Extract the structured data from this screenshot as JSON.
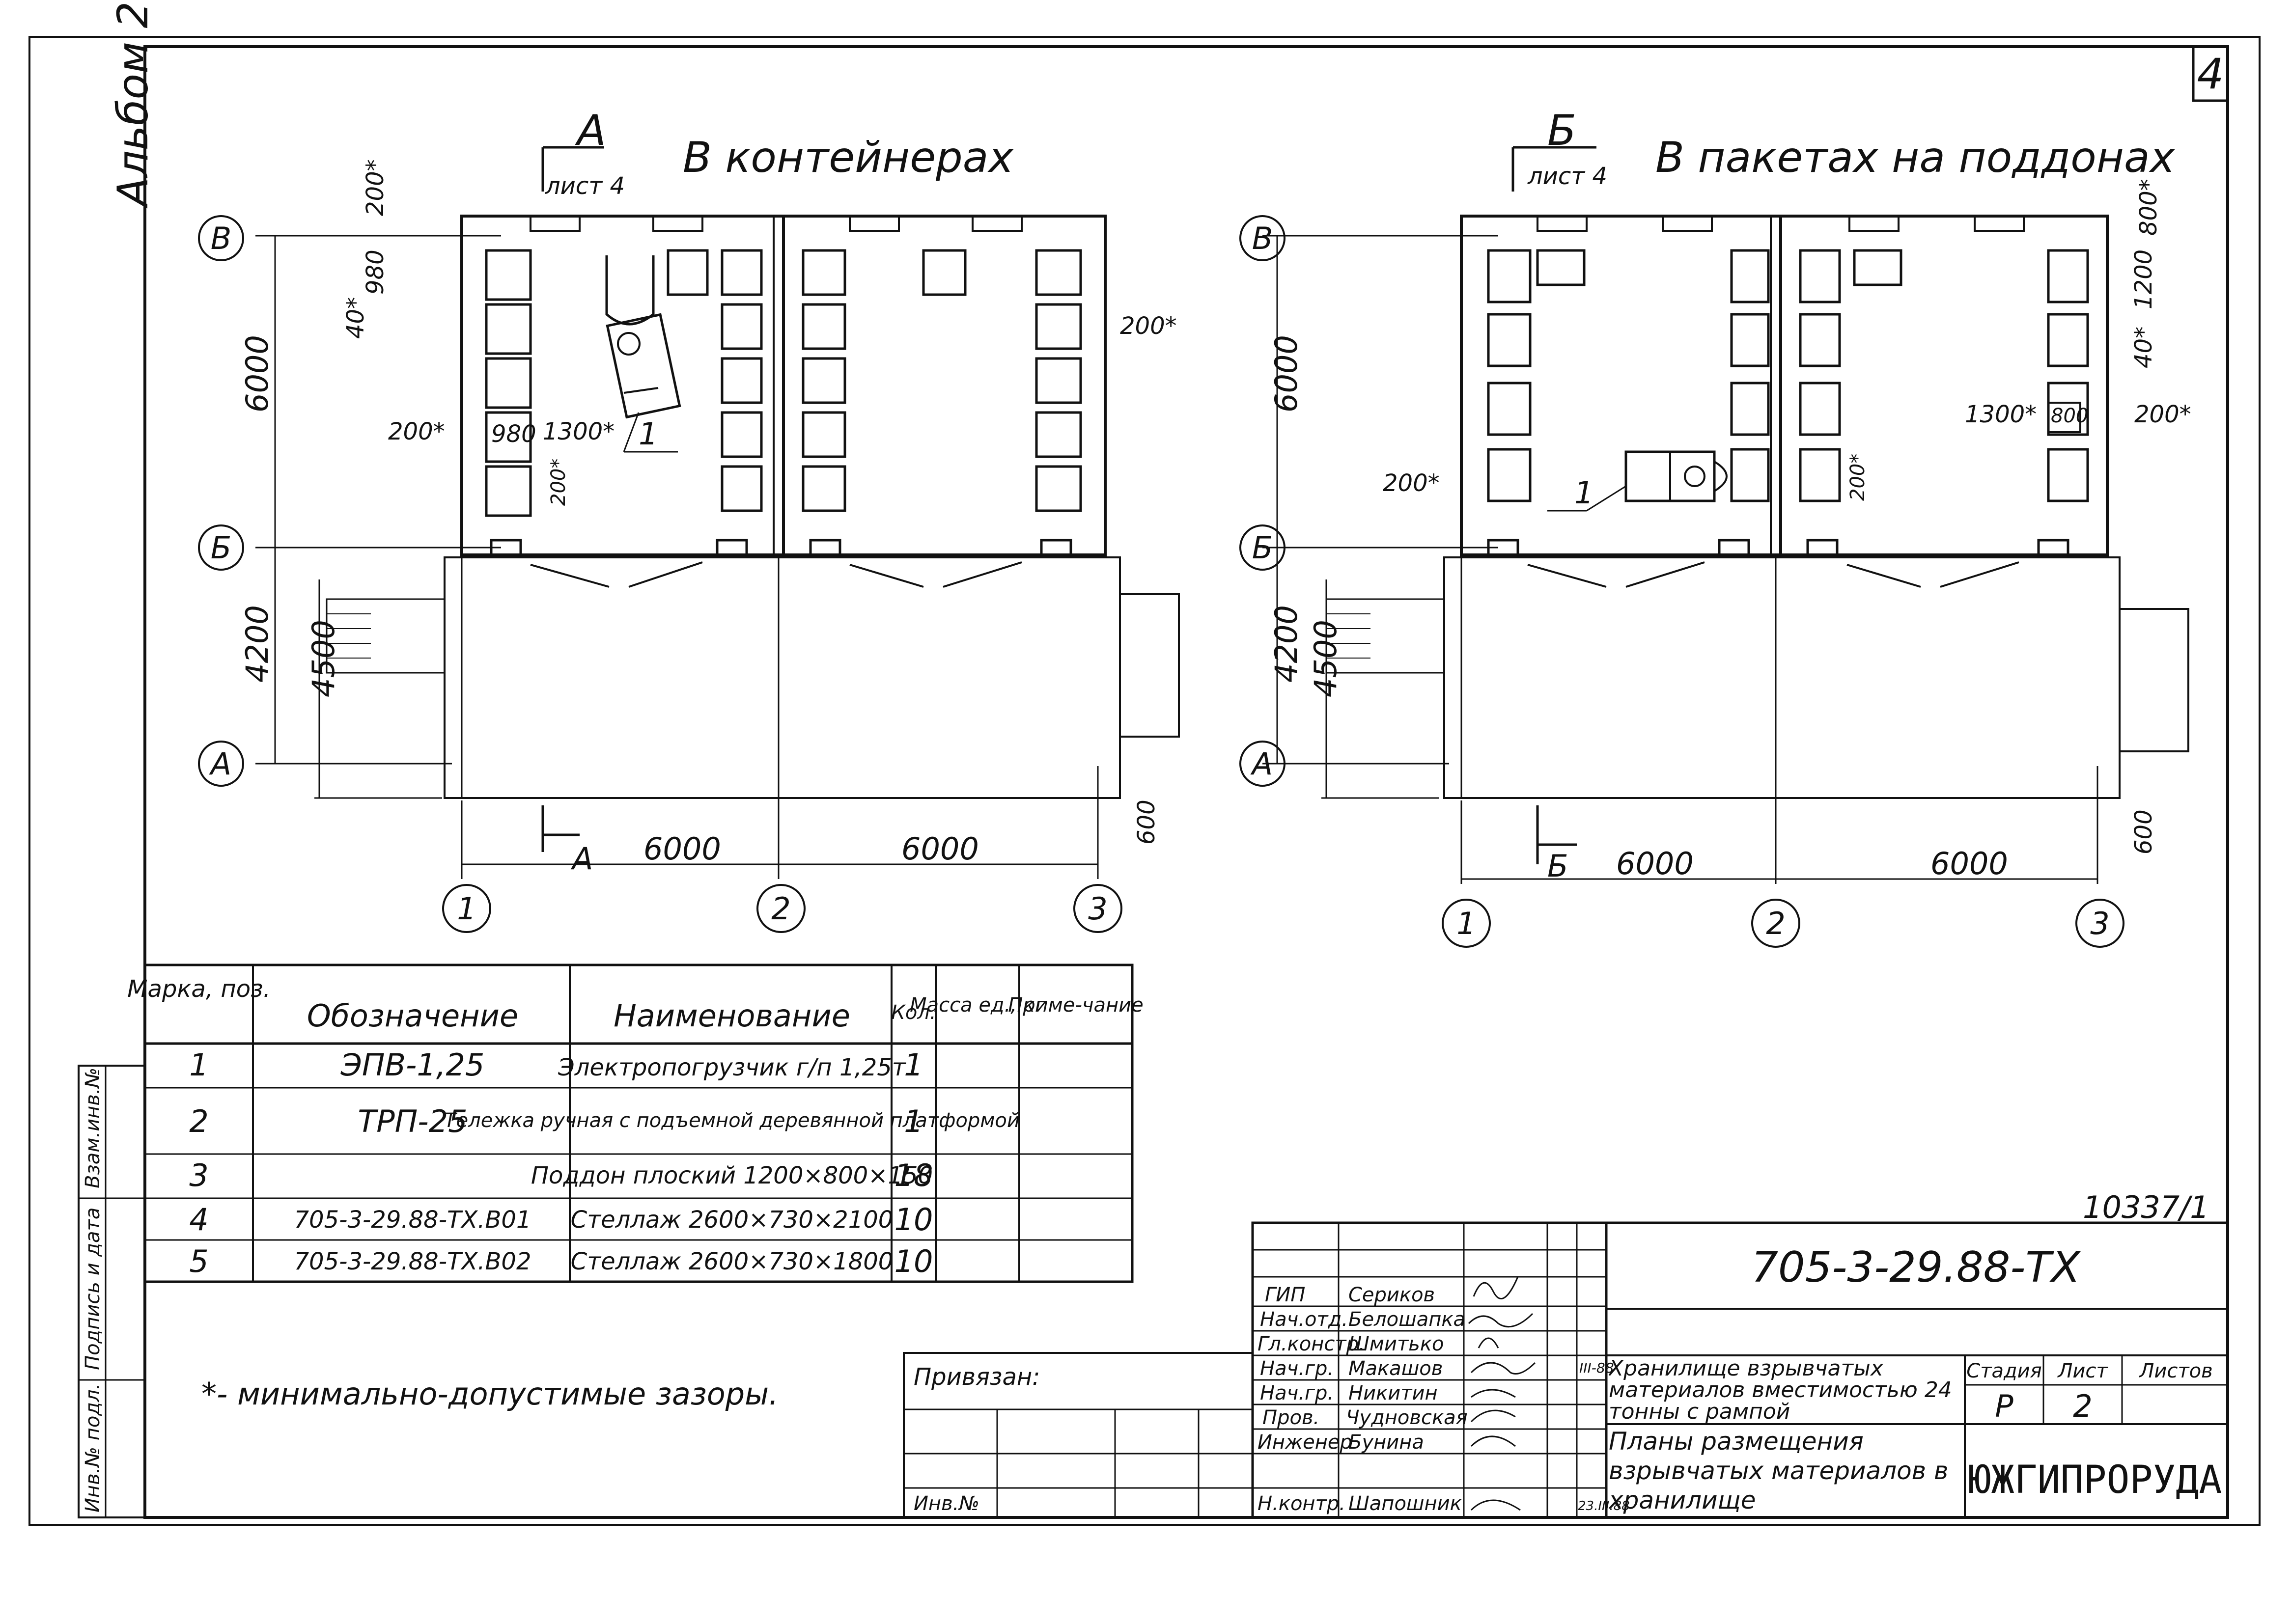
{
  "sheet_corner": "4",
  "album": "Альбом 2",
  "left_plan": {
    "title": "В контейнерах",
    "section": {
      "letter": "А",
      "sheet": "лист 4"
    },
    "dims": {
      "span1": "6000",
      "span2": "6000",
      "vert_upper": "6000",
      "vert_lower": "4200",
      "vert_inner": "4500",
      "bottom": "600",
      "d200_top": "200*",
      "d980": "980",
      "d40": "40*",
      "d200_right": "200*",
      "d200_left": "200*",
      "d980b": "980",
      "d1300": "1300*",
      "d200_small": "200*"
    },
    "leader": "1"
  },
  "right_plan": {
    "title": "В пакетах на поддонах",
    "section": {
      "letter": "Б",
      "sheet": "лист 4"
    },
    "dims": {
      "span1": "6000",
      "span2": "6000",
      "vert_upper": "6000",
      "vert_lower": "4200",
      "vert_inner": "4500",
      "bottom": "600",
      "d800_top": "800*",
      "d1200": "1200",
      "d40": "40*",
      "d1300": "1300*",
      "d800": "800",
      "d200_right": "200*",
      "d200_left": "200*",
      "d200_small": "200*"
    },
    "leader": "1"
  },
  "axes_rows": [
    "В",
    "Б",
    "А"
  ],
  "axes_cols": [
    "1",
    "2",
    "3"
  ],
  "spec_table": {
    "headers": [
      "Марка, поз.",
      "Обозначение",
      "Наименование",
      "Кол.",
      "Масса ед., кг",
      "Приме-чание"
    ],
    "rows": [
      [
        "1",
        "ЭПВ-1,25",
        "Электропогрузчик г/п 1,25т",
        "1",
        "",
        ""
      ],
      [
        "2",
        "ТРП-25",
        "Тележка ручная с подъемной деревянной платформой",
        "1",
        "",
        ""
      ],
      [
        "3",
        "",
        "Поддон плоский 1200×800×150",
        "18",
        "",
        ""
      ],
      [
        "4",
        "705-3-29.88-ТХ.В01",
        "Стеллаж 2600×730×2100",
        "10",
        "",
        ""
      ],
      [
        "5",
        "705-3-29.88-ТХ.В02",
        "Стеллаж 2600×730×1800",
        "10",
        "",
        ""
      ]
    ]
  },
  "note": "*- минимально-допустимые зазоры.",
  "side_stamp": [
    "Взам.инв.№",
    "Подпись и дата",
    "Инв.№ подл."
  ],
  "privyazan": "Привязан:",
  "inv_label": "Инв.№",
  "archive_no": "10337/1",
  "title_block": {
    "code": "705-3-29.88-ТХ",
    "project": "Хранилище взрывчатых материалов вместимостью 24 тонны с рампой",
    "sheet_title": "Планы размещения взрывчатых материалов в хранилище",
    "stage_label": "Стадия",
    "sheet_label": "Лист",
    "sheets_label": "Листов",
    "stage": "Р",
    "sheet": "2",
    "org": "ЮЖГИПРОРУДА",
    "people": [
      {
        "role": "ГИП",
        "name": "Сериков"
      },
      {
        "role": "Нач.отд.",
        "name": "Белошапка"
      },
      {
        "role": "Гл.констр.",
        "name": "Шмитько"
      },
      {
        "role": "Нач.гр.",
        "name": "Макашов"
      },
      {
        "role": "Нач.гр.",
        "name": "Никитин"
      },
      {
        "role": "Пров.",
        "name": "Чудновская"
      },
      {
        "role": "Инженер",
        "name": "Бунина"
      },
      {
        "role": "Н.контр.",
        "name": "Шапошник"
      }
    ],
    "dates": [
      "III-88",
      "23.III.88"
    ]
  }
}
